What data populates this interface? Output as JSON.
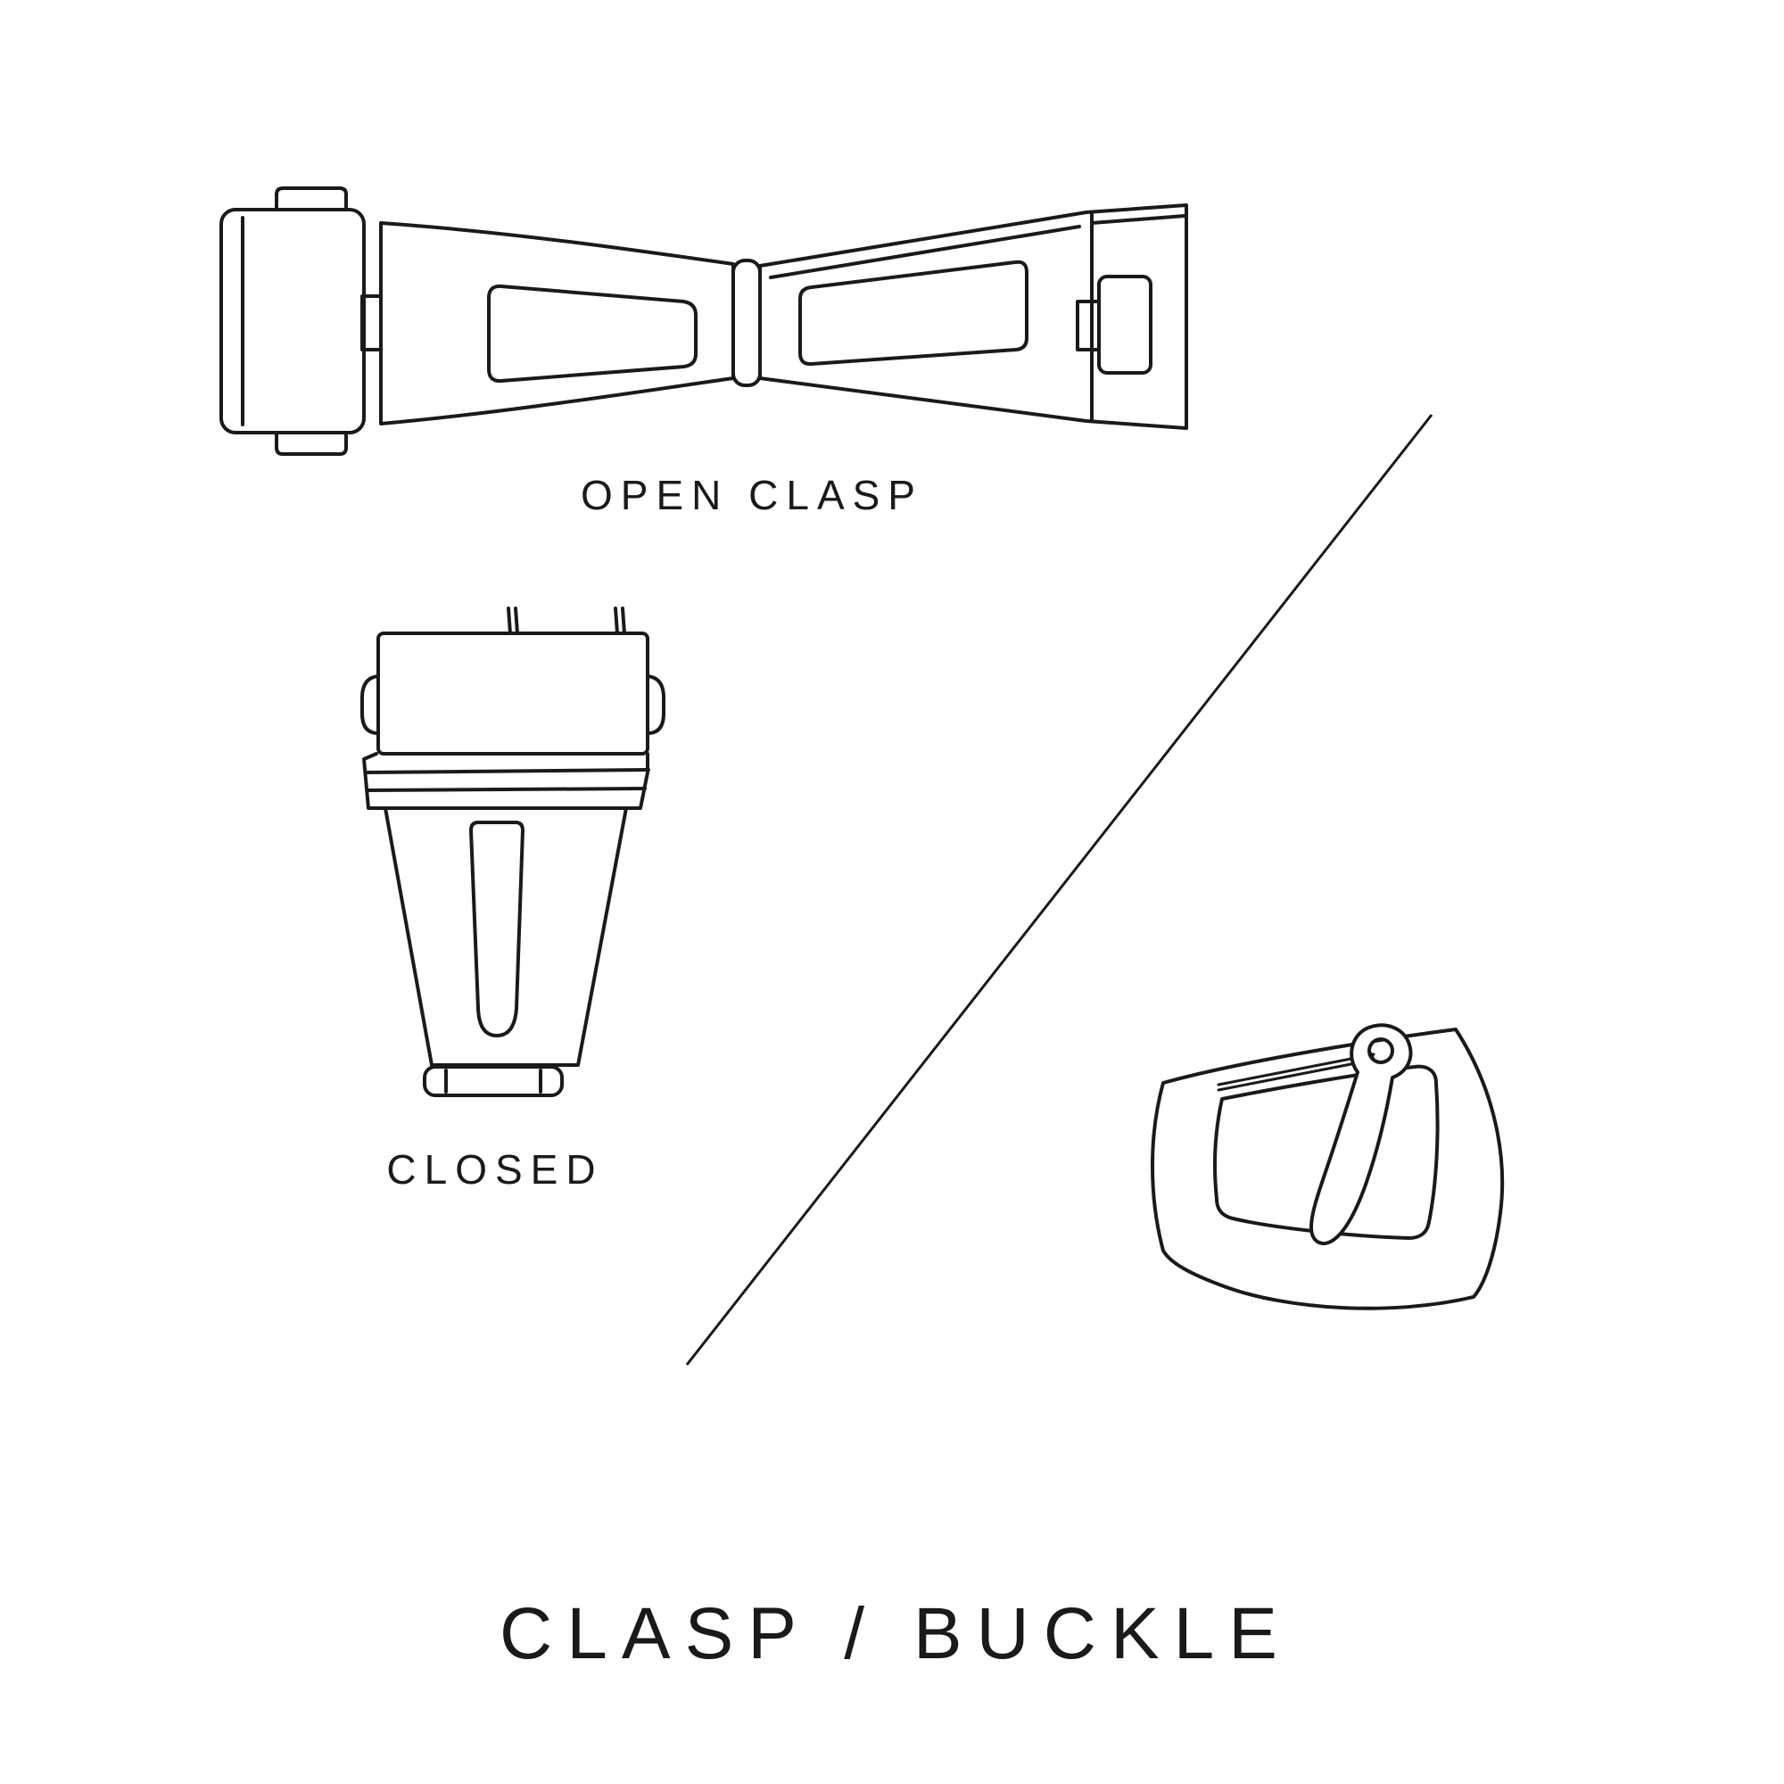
{
  "page": {
    "title": "CLASP / BUCKLE"
  },
  "figures": {
    "open_clasp": {
      "label": "OPEN CLASP",
      "icon": "open-clasp-illustration"
    },
    "closed_clasp": {
      "label": "CLOSED",
      "icon": "closed-clasp-illustration"
    },
    "buckle": {
      "icon": "buckle-illustration"
    }
  },
  "colors": {
    "line": "#1a1a1a",
    "text": "#1a1a1a",
    "background": "#ffffff"
  }
}
